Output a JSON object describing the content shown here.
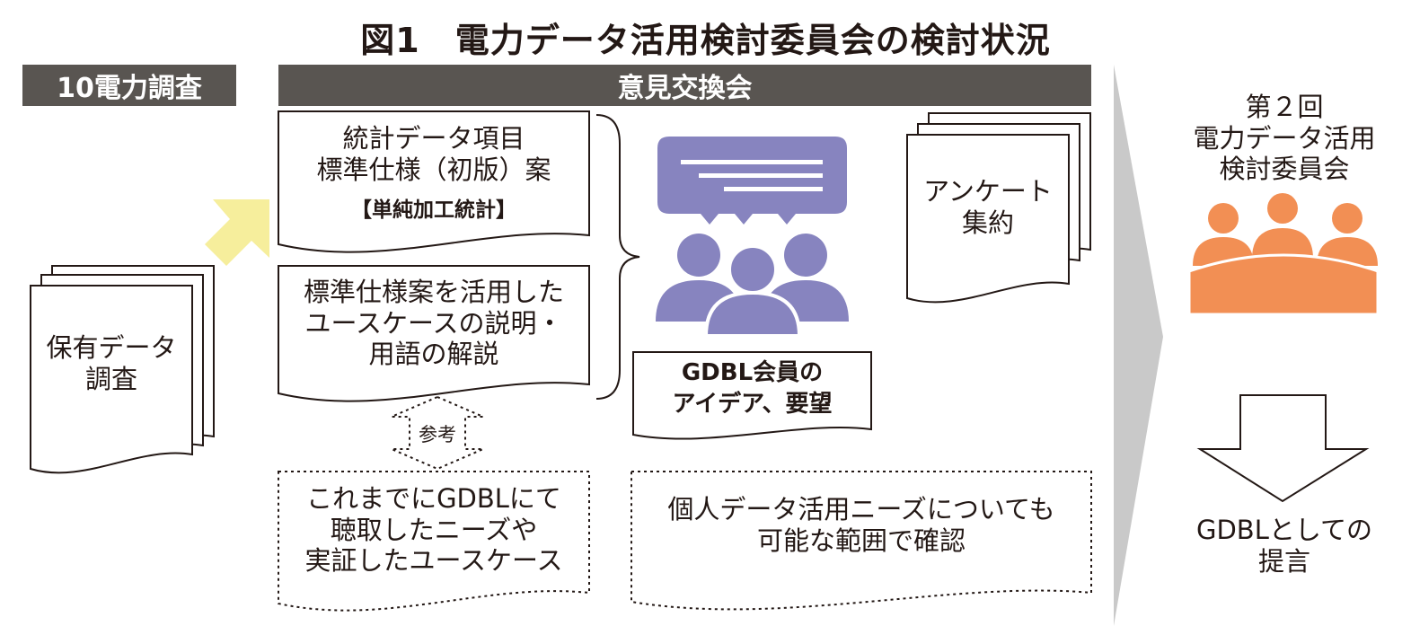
{
  "title": "図1　電力データ活用検討委員会の検討状況",
  "left_band": "10電力調査",
  "center_band": "意見交換会",
  "doc_survey": "保有データ\n調査",
  "doc_spec": {
    "text": "統計データ項目\n標準仕様（初版）案",
    "sub": "【単純加工統計】"
  },
  "doc_usecase": "標準仕様案を活用した\nユースケースの説明・\n用語の解説",
  "reference_label": "参考",
  "doc_previous": "これまでにGDBLにて\n聴取したニーズや\n実証したユースケース",
  "doc_personal": "個人データ活用ニーズについても\n可能な範囲で確認",
  "doc_members": "GDBL会員の\nアイデア、要望",
  "doc_questionnaire": "アンケート\n集約",
  "next_meeting": "第２回\n電力データ活用\n検討委員会",
  "proposal": "GDBLとしての\n提言",
  "colors": {
    "band": "#595551",
    "people_purple": "#8784bf",
    "people_orange": "#f28f54",
    "arrow_yellow": "#f6ee9c",
    "panel_gray": "#c9c9c9"
  },
  "icons": [
    "chat-bubble-icon",
    "people-group-icon",
    "meeting-table-icon"
  ]
}
